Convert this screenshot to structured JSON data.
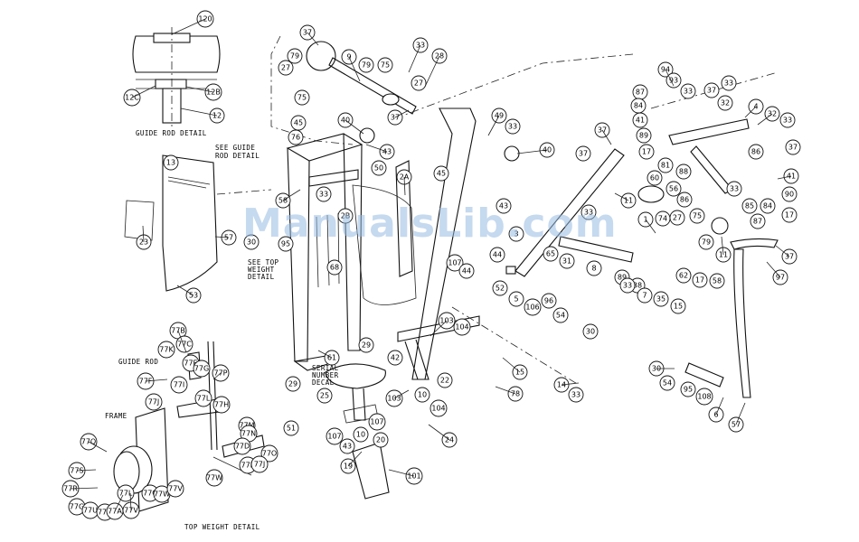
{
  "watermark": "ManualsLib.com",
  "captions": {
    "guide_rod_detail": "GUIDE ROD DETAIL",
    "see_guide_1": "SEE GUIDE",
    "see_guide_2": "ROD DETAIL",
    "see_top_1": "SEE TOP",
    "see_top_2": "WEIGHT",
    "see_top_3": "DETAIL",
    "serial_1": "SERIAL",
    "serial_2": "NUMBER",
    "serial_3": "DECAL",
    "guide_rod": "GUIDE ROD",
    "frame": "FRAME",
    "top_weight_detail": "TOP WEIGHT DETAIL"
  },
  "colors": {
    "line": "#111111",
    "background": "#ffffff",
    "watermark": "#96b9e1"
  }
}
